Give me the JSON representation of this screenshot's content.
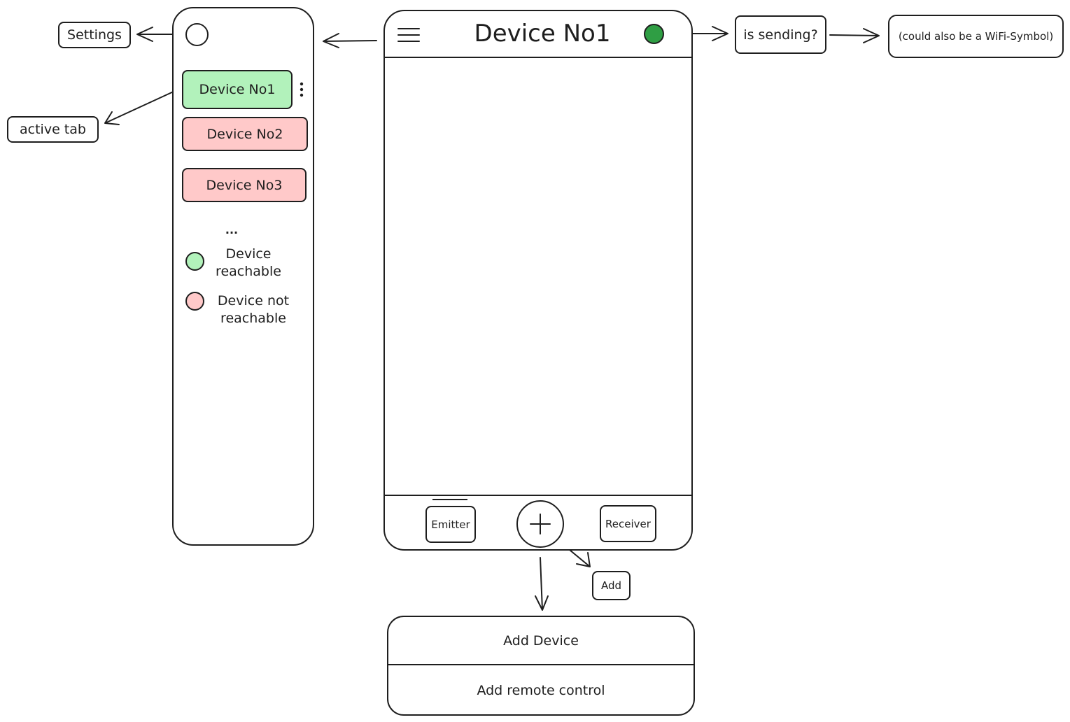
{
  "colors": {
    "stroke": "#1e1e1e",
    "reachable_fill": "#b2f2bb",
    "unreachable_fill": "#ffc9c9",
    "status_green": "#2f9e44",
    "background": "#ffffff"
  },
  "annotations": {
    "settings": "Settings",
    "active_tab": "active tab",
    "is_sending": "is sending?",
    "wifi_note": "(could also be a WiFi-Symbol)",
    "add": "Add"
  },
  "sidebar": {
    "devices": [
      {
        "label": "Device No1",
        "status": "reachable",
        "active": true
      },
      {
        "label": "Device No2",
        "status": "not-reachable",
        "active": false
      },
      {
        "label": "Device No3",
        "status": "not-reachable",
        "active": false
      }
    ],
    "more": "...",
    "legend": [
      {
        "label": "Device reachable",
        "status": "reachable"
      },
      {
        "label": "Device not reachable",
        "status": "not-reachable"
      }
    ]
  },
  "main": {
    "title": "Device No1",
    "bottom_nav": {
      "emitter": "Emitter",
      "receiver": "Receiver"
    }
  },
  "add_menu": {
    "items": [
      "Add Device",
      "Add remote control"
    ]
  },
  "icons": {
    "menu": "hamburger-menu-icon",
    "status": "status-dot-icon",
    "add": "plus-icon",
    "settings": "settings-circle-icon",
    "more": "vertical-dots-icon"
  }
}
